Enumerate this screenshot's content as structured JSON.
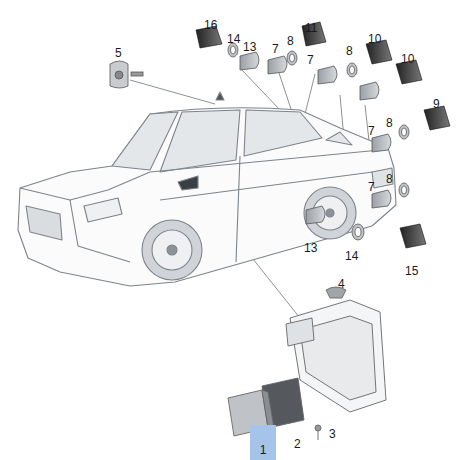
{
  "diagram": {
    "nodes": [
      {
        "text": [
          "1"
        ]
      }
    ],
    "labels": [
      "16",
      "14",
      "13",
      "7",
      "8",
      "11",
      "7",
      "8",
      "10",
      "10",
      "9",
      "5",
      "7",
      "8",
      "7",
      "8",
      "13",
      "14",
      "15",
      "4",
      "2",
      "3"
    ]
  }
}
